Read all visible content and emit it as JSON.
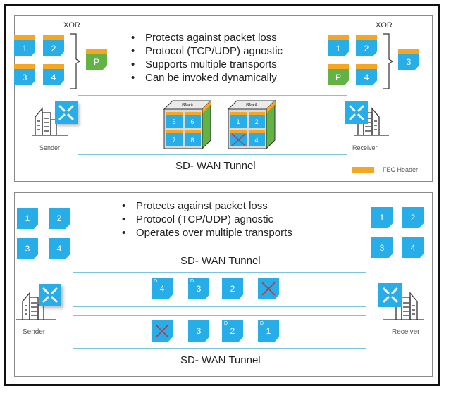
{
  "colors": {
    "packet": "#27aee8",
    "parity": "#63b246",
    "fec_header": "#f5a623",
    "tunnel_line": "#7cc6dc",
    "lost_mark": "#c0392b"
  },
  "top_panel": {
    "title": "FEC",
    "bullets": [
      "Protects against packet loss",
      "Protocol (TCP/UDP) agnostic",
      "Supports multiple transports",
      "Can be invoked dynamically"
    ],
    "sender_group": {
      "xor_label": "XOR",
      "packets": [
        "1",
        "2",
        "3",
        "4"
      ],
      "parity": "P"
    },
    "receiver_group": {
      "xor_label": "XOR",
      "packets": [
        "1",
        "2",
        "P",
        "4"
      ],
      "recovered": "3"
    },
    "blocks": [
      {
        "label": "Block",
        "packets": [
          "5",
          "6",
          "7",
          "8"
        ],
        "lost": []
      },
      {
        "label": "Block",
        "packets": [
          "1",
          "2",
          "",
          "4"
        ],
        "lost": [
          2
        ]
      }
    ],
    "sender_label": "Sender",
    "receiver_label": "Receiver",
    "tunnel_label": "SD- WAN Tunnel",
    "legend": {
      "label": "FEC Header",
      "icon": "orange-bar"
    }
  },
  "bottom_panel": {
    "title": "Packet Duplication",
    "bullets": [
      "Protects against packet loss",
      "Protocol (TCP/UDP) agnostic",
      "Operates over multiple transports"
    ],
    "sender_packets": [
      "1",
      "2",
      "3",
      "4"
    ],
    "receiver_packets": [
      "1",
      "2",
      "3",
      "4"
    ],
    "tunnel_label_top": "SD- WAN Tunnel",
    "tunnel_label_bottom": "SD- WAN Tunnel",
    "lane1": [
      {
        "label": "4",
        "dup": "D",
        "lost": false
      },
      {
        "label": "3",
        "dup": "D",
        "lost": false
      },
      {
        "label": "2",
        "dup": "",
        "lost": false
      },
      {
        "label": "",
        "dup": "",
        "lost": true
      }
    ],
    "lane2": [
      {
        "label": "",
        "dup": "",
        "lost": true
      },
      {
        "label": "3",
        "dup": "",
        "lost": false
      },
      {
        "label": "2",
        "dup": "D",
        "lost": false
      },
      {
        "label": "1",
        "dup": "D",
        "lost": false
      }
    ],
    "sender_label": "Sender",
    "receiver_label": "Receiver"
  }
}
